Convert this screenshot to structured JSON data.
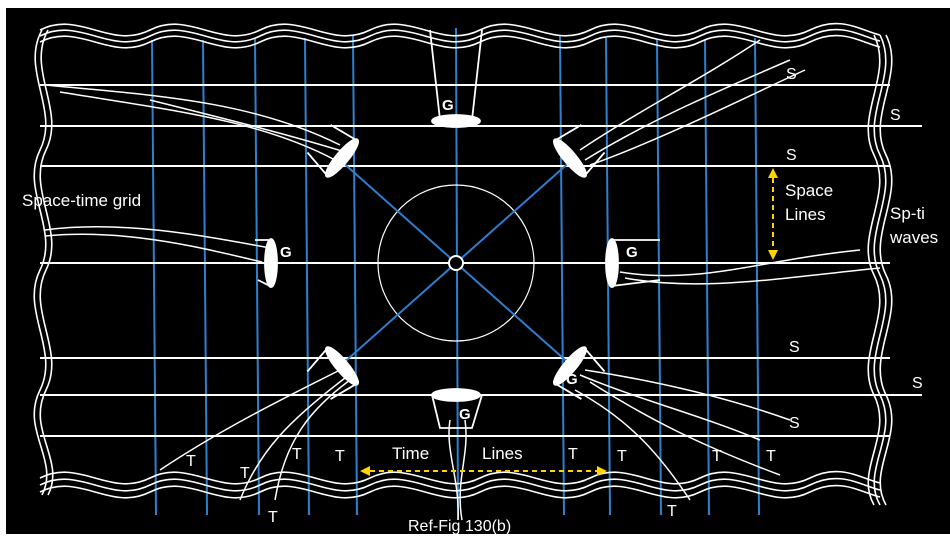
{
  "diagram": {
    "labels": {
      "space_time_grid": "Space-time grid",
      "space_lines_1": "Space",
      "space_lines_2": "Lines",
      "sp_ti_waves_1": "Sp-ti",
      "sp_ti_waves_2": "waves",
      "time_lines_1": "Time",
      "time_lines_2": "Lines",
      "caption": "Ref-Fig 130(b)",
      "space_marker": "S",
      "time_marker": "T",
      "cup_marker": "G"
    },
    "colors": {
      "background": "#000000",
      "line": "#ffffff",
      "time_line": "#2f7fd0",
      "arrow": "#ffd400"
    }
  }
}
